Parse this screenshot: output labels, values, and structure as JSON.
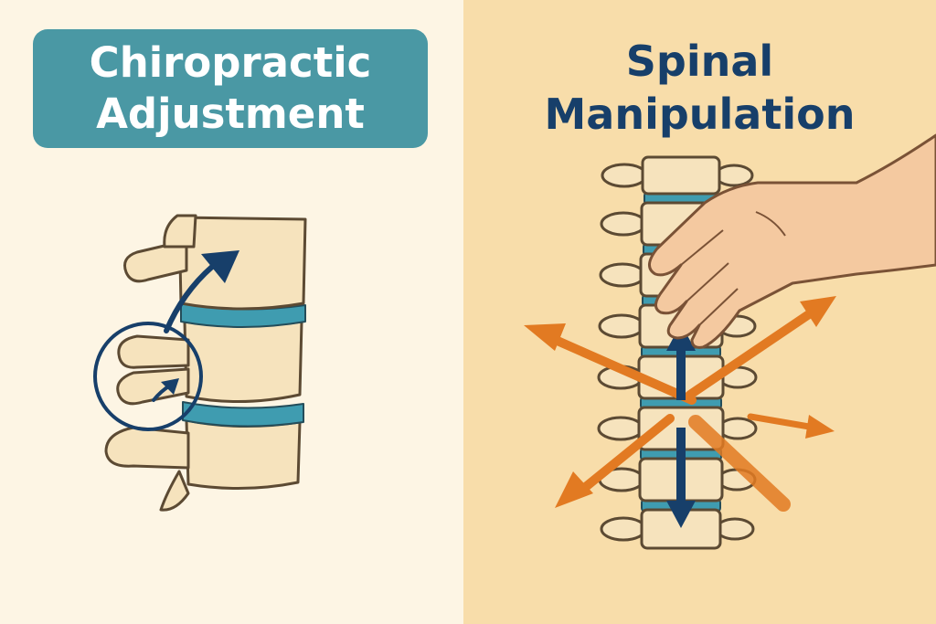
{
  "left_panel": {
    "title_line_1": "Chiropractic",
    "title_line_2": "Adjustment",
    "background_color": "#fdf5e4",
    "badge_color": "#4a98a4"
  },
  "right_panel": {
    "title_line_1": "Spinal",
    "title_line_2": "Manipulation",
    "background_color": "#f8ddaa",
    "title_color": "#173f6a"
  },
  "colors": {
    "bone": "#f6e3bd",
    "bone_outline": "#5c4a33",
    "disc": "#3f9cb0",
    "navy_arrow": "#173f6a",
    "orange_arrow": "#e27a22",
    "skin": "#f4c9a0"
  },
  "icons": [
    "vertebra-icon",
    "hand-icon",
    "curved-arrow-icon",
    "circle-highlight-icon"
  ]
}
